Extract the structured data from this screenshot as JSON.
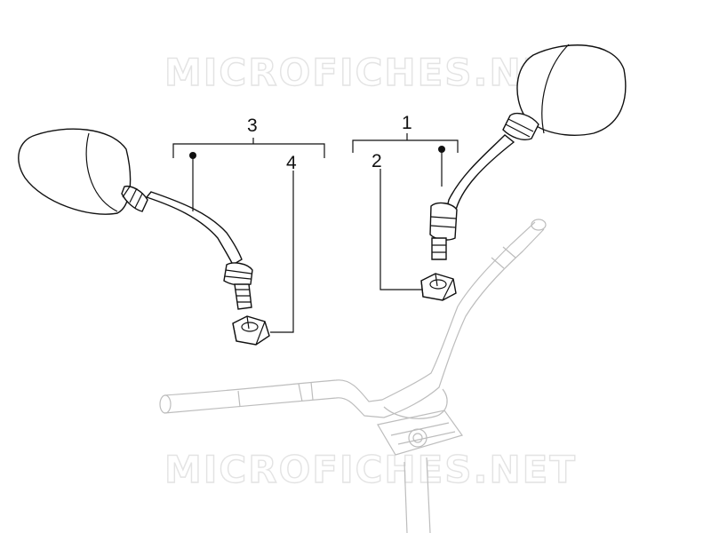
{
  "watermark": {
    "text": "MICROFICHES.NET",
    "color": "#e3e3e3"
  },
  "callouts": [
    {
      "id": "1",
      "label": "1"
    },
    {
      "id": "2",
      "label": "2"
    },
    {
      "id": "3",
      "label": "3"
    },
    {
      "id": "4",
      "label": "4"
    }
  ]
}
